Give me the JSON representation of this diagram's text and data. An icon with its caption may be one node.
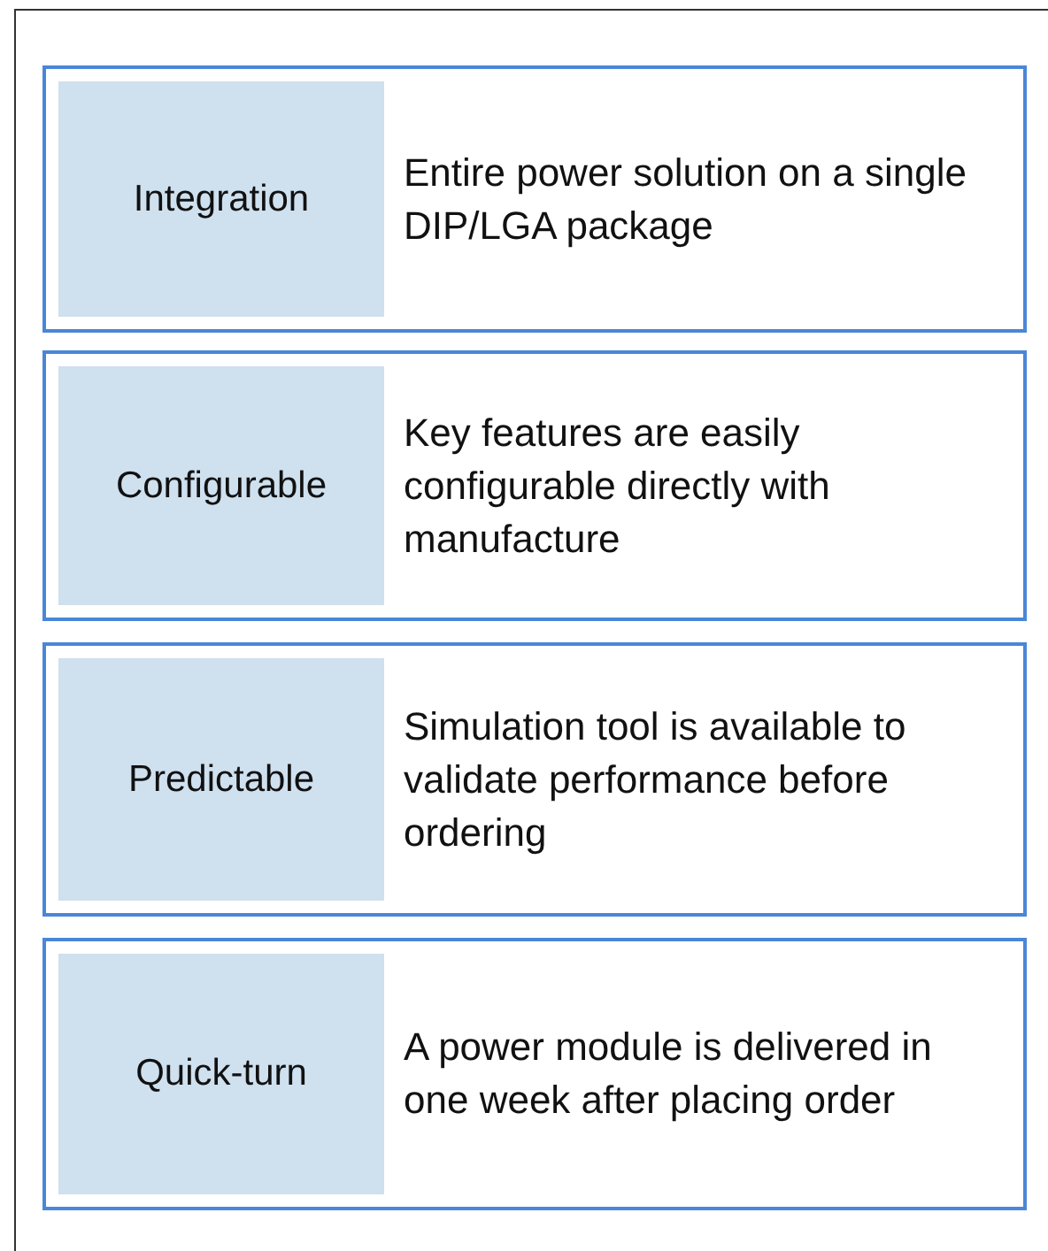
{
  "diagram": {
    "nodes": [
      {
        "text": [
          "Entire power solution on a single DIP/LGA package"
        ]
      },
      {
        "text": [
          "Integration"
        ],
        "in": 0
      },
      {
        "text": [
          "Key features are easily configurable directly with manufacture"
        ]
      },
      {
        "text": [
          "Configurable"
        ],
        "in": 2
      },
      {
        "text": [
          "Simulation tool is available to validate performance before ordering"
        ]
      },
      {
        "text": [
          "Predictable"
        ],
        "in": 4
      },
      {
        "text": [
          "A power module is delivered in one week after placing order"
        ]
      },
      {
        "text": [
          "Quick-turn"
        ],
        "in": 6
      }
    ]
  }
}
